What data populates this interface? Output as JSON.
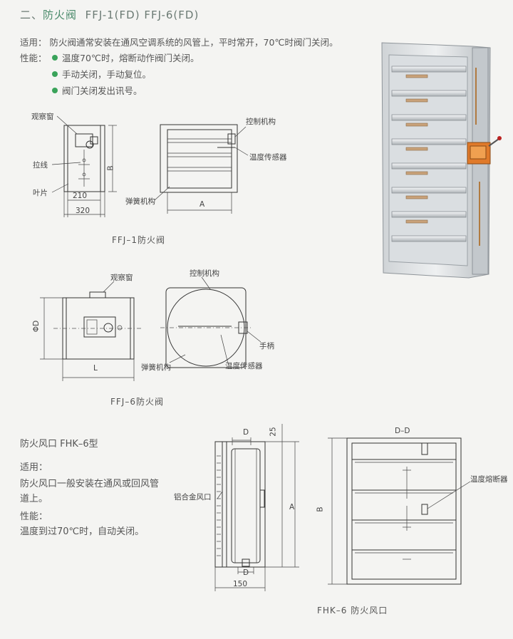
{
  "header": {
    "section_prefix": "二、",
    "title": "防火阀",
    "models": "FFJ-1(FD)  FFJ-6(FD)"
  },
  "intro": {
    "usage_label": "适用：",
    "usage_text": "防火阀通常安装在通风空调系统的风管上，平时常开，70℃时阀门关闭。",
    "perf_label": "性能：",
    "features": [
      "温度70℃时，熔断动作阀门关闭。",
      "手动关闭，手动复位。",
      "阀门关闭发出讯号。"
    ]
  },
  "ffj1": {
    "labels": {
      "window": "观察窗",
      "pull_wire": "拉线",
      "blade": "叶片",
      "control": "控制机构",
      "temp_sensor": "温度传感器",
      "spring": "弹簧机构",
      "dim_210": "210",
      "dim_320": "320",
      "dim_b": "B",
      "dim_a": "A"
    },
    "caption": "FFJ–1防火阀"
  },
  "ffj6": {
    "labels": {
      "window": "观察窗",
      "control": "控制机构",
      "handle": "手柄",
      "temp_sensor": "温度传感器",
      "spring": "弹簧机构",
      "dim_d": "ΦD",
      "dim_l": "L"
    },
    "caption": "FFJ–6防火阀"
  },
  "fhk": {
    "title": "防火风口 FHK–6型",
    "usage_label": "适用：",
    "usage_text_1": "防火风口一般安装在通风或回风管",
    "usage_text_2": "道上。",
    "perf_label": "性能：",
    "perf_text": "温度到过70℃时，自动关闭。",
    "labels": {
      "aluminum": "铝合金风口",
      "dim_d": "D",
      "dim_25": "25",
      "dim_a": "A",
      "dim_150": "150",
      "dd": "D–D",
      "fuse": "温度熔断器",
      "dim_b": "B"
    },
    "caption": "FHK–6 防火风口"
  },
  "colors": {
    "accent_green": "#3aa35a",
    "text": "#555555",
    "background": "#f4f4f2"
  }
}
